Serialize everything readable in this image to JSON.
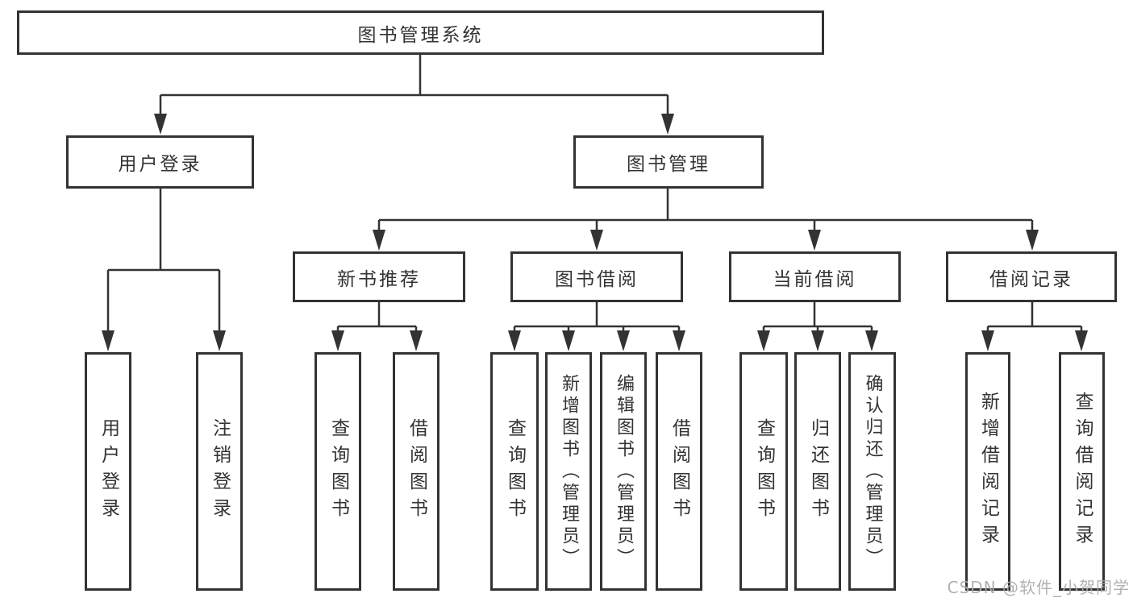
{
  "colors": {
    "line": "#333333",
    "box_border": "#333333",
    "text": "#333333",
    "watermark": "#ababab",
    "background": "#ffffff"
  },
  "watermark": {
    "text": "CSDN @软件_小贺同学"
  },
  "diagram": {
    "type": "hierarchy",
    "root": {
      "label": "图书管理系统"
    },
    "level2": [
      {
        "label": "用户登录"
      },
      {
        "label": "图书管理"
      }
    ],
    "level3": [
      {
        "label": "新书推荐"
      },
      {
        "label": "图书借阅"
      },
      {
        "label": "当前借阅"
      },
      {
        "label": "借阅记录"
      }
    ],
    "leaves": {
      "user_login": [
        {
          "label": "用户登录"
        },
        {
          "label": "注销登录"
        }
      ],
      "new_book_recommend": [
        {
          "label": "查询图书"
        },
        {
          "label": "借阅图书"
        }
      ],
      "book_borrow": [
        {
          "label": "查询图书"
        },
        {
          "label": "新增图书（管理员）"
        },
        {
          "label": "编辑图书（管理员）"
        },
        {
          "label": "借阅图书"
        }
      ],
      "current_borrow": [
        {
          "label": "查询图书"
        },
        {
          "label": "归还图书"
        },
        {
          "label": "确认归还（管理员）"
        }
      ],
      "borrow_records": [
        {
          "label": "新增借阅记录"
        },
        {
          "label": "查询借阅记录"
        }
      ]
    }
  }
}
